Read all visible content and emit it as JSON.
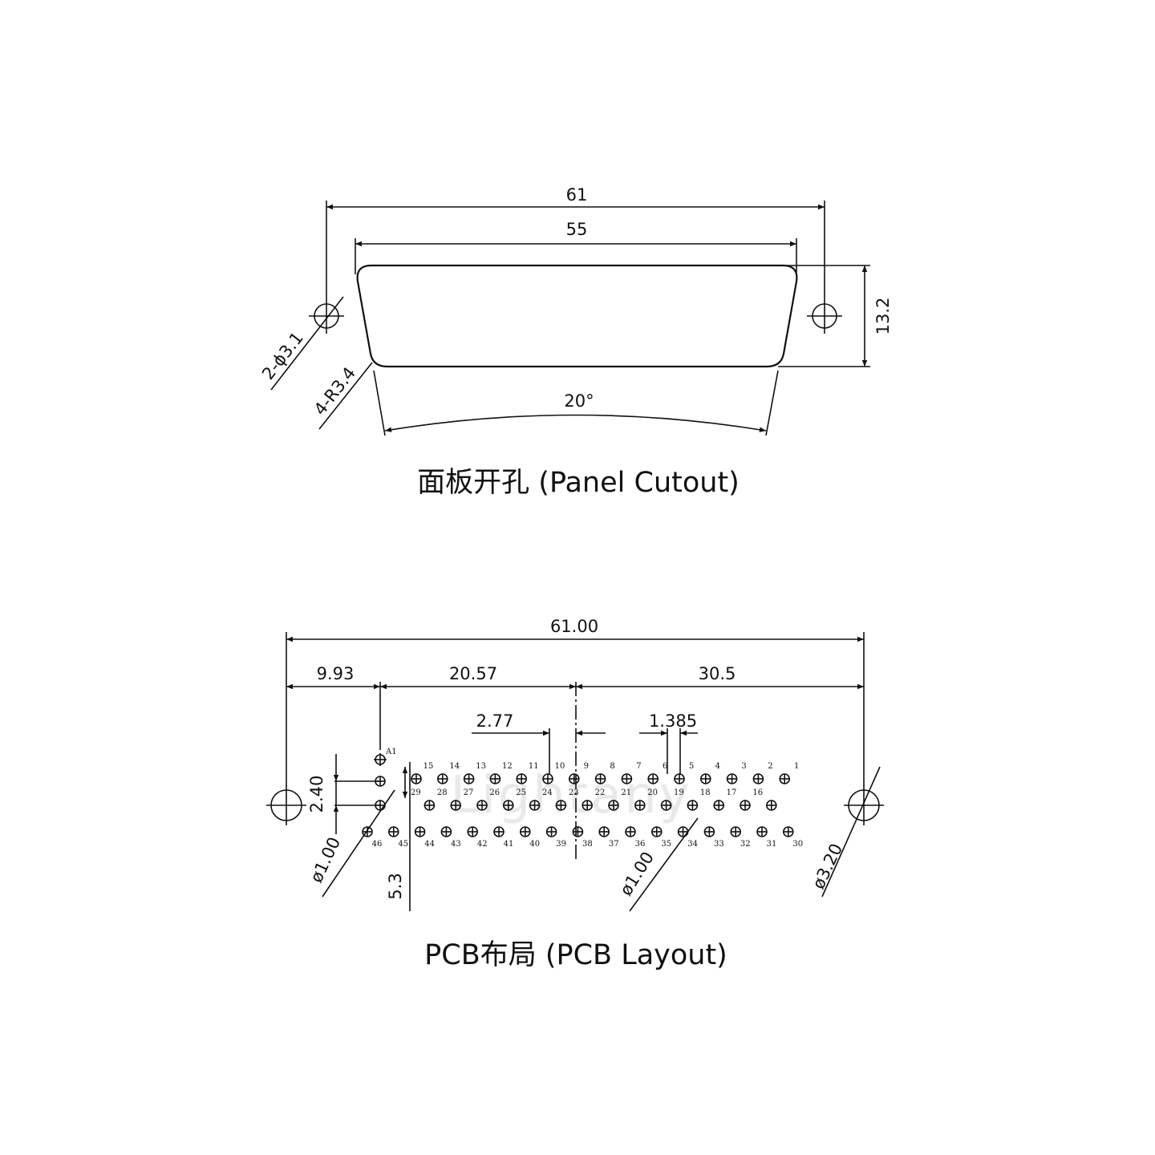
{
  "panel": {
    "dim_overall": "61",
    "dim_inner": "55",
    "dim_height": "13.2",
    "dim_hole": "2-ϕ3.1",
    "dim_radius": "4-R3.4",
    "dim_angle": "20°",
    "caption": "面板开孔 (Panel Cutout)"
  },
  "pcb": {
    "dim_overall": "61.00",
    "dim_left": "9.93",
    "dim_mid": "20.57",
    "dim_right": "30.5",
    "dim_pitch": "2.77",
    "dim_half_pitch": "1.385",
    "dim_row": "2.40",
    "dim_offset": "5.3",
    "dim_pin_hole_left": "ø1.00",
    "dim_pin_hole_right": "ø1.00",
    "dim_mount_hole": "ø3.20",
    "marker": "A1",
    "watermark": "Lightany",
    "caption": "PCB布局 (PCB Layout)"
  },
  "pin_rows": {
    "row1": [
      "15",
      "14",
      "13",
      "12",
      "11",
      "10",
      "9",
      "8",
      "7",
      "6",
      "5",
      "4",
      "3",
      "2",
      "1"
    ],
    "row2": [
      "29",
      "28",
      "27",
      "26",
      "25",
      "24",
      "23",
      "22",
      "21",
      "20",
      "19",
      "18",
      "17",
      "16"
    ],
    "row3": [
      "46",
      "45",
      "44",
      "43",
      "42",
      "41",
      "40",
      "39",
      "38",
      "37",
      "36",
      "35",
      "34",
      "33",
      "32",
      "31",
      "30"
    ]
  }
}
